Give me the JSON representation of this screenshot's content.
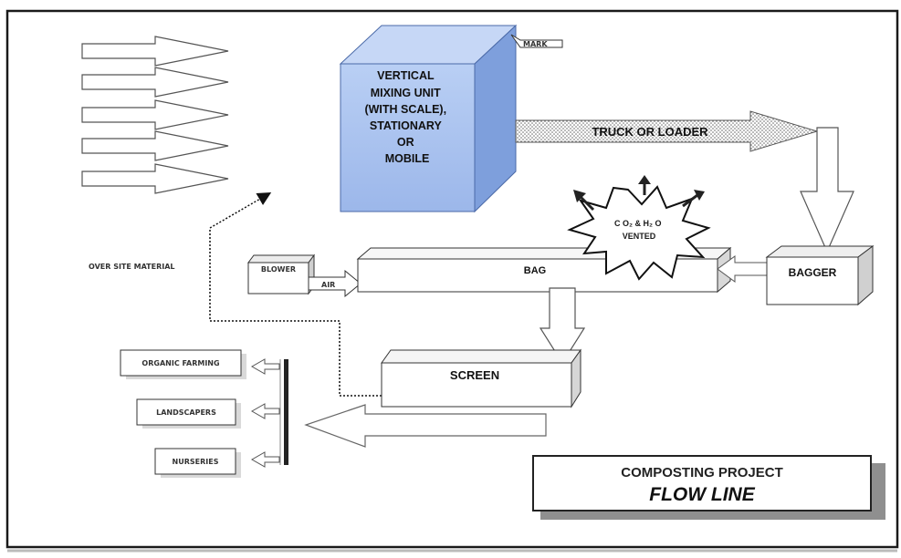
{
  "diagram": {
    "mixer": {
      "lines": [
        "VERTICAL",
        "MIXING UNIT",
        "(WITH SCALE),",
        "STATIONARY",
        "OR",
        "MOBILE"
      ]
    },
    "mark_tag": "MARK",
    "truck_label": "TRUCK OR LOADER",
    "vented_lines": [
      "C O₂ & H₂ O",
      "VENTED"
    ],
    "bag_label": "BAG",
    "bagger_label": "BAGGER",
    "blower_label": "BLOWER",
    "air_label": "AIR",
    "raw_materials_label": "OVER SITE MATERIAL",
    "screen_label": "SCREEN",
    "outputs": [
      "ORGANIC FARMING",
      "LANDSCAPERS",
      "NURSERIES"
    ],
    "title_line1": "COMPOSTING PROJECT",
    "title_line2": "FLOW LINE"
  },
  "colors": {
    "mixer_front": "#a9c2ee",
    "mixer_side": "#7e9fdc",
    "mixer_top": "#c6d7f6",
    "outline": "#222222"
  }
}
